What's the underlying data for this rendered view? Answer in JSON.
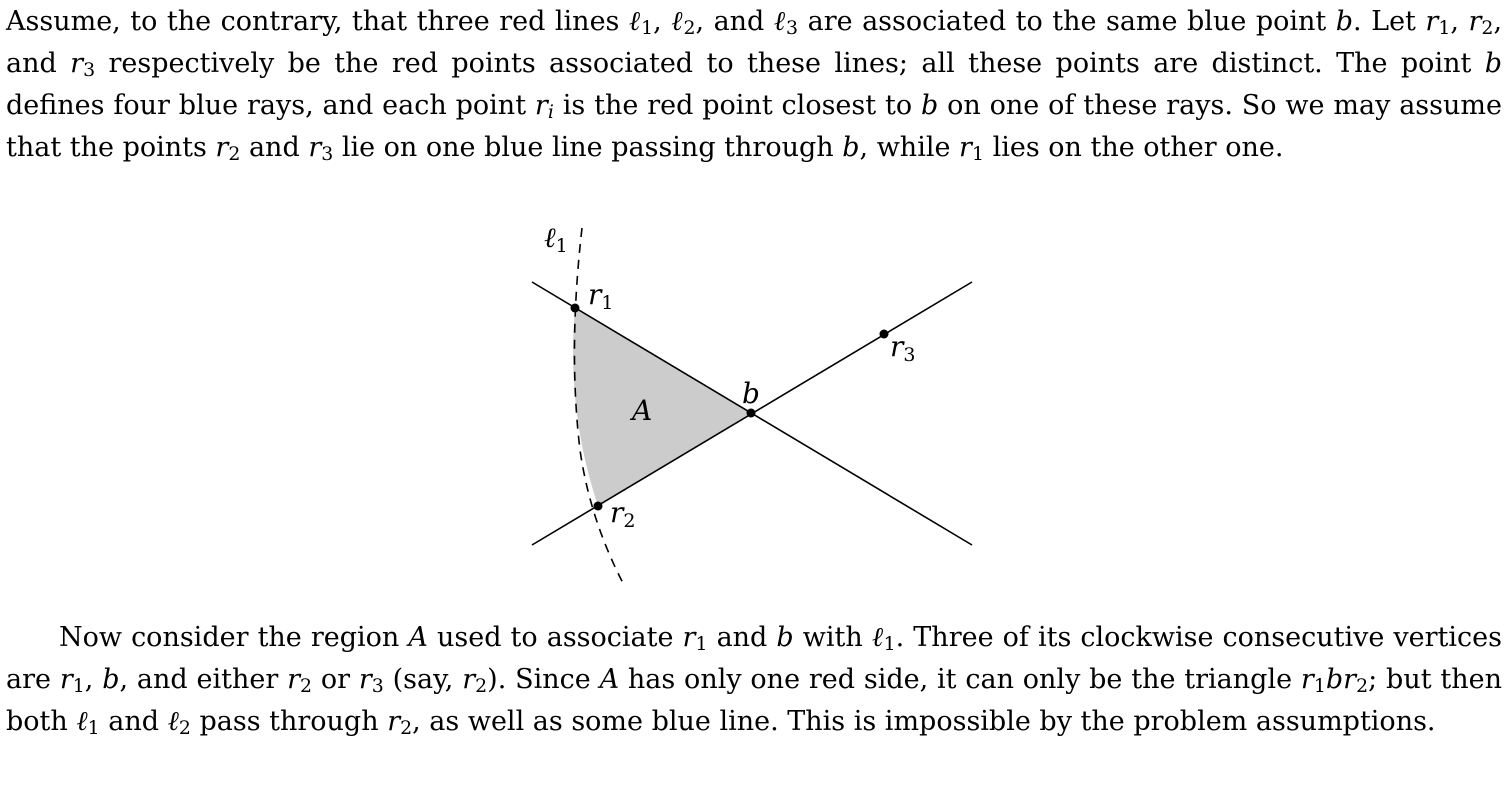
{
  "paragraph1": [
    {
      "t": "Assume, to the contrary, that three red lines "
    },
    {
      "m": "ℓ",
      "s": "1"
    },
    {
      "t": ", "
    },
    {
      "m": "ℓ",
      "s": "2"
    },
    {
      "t": ", and "
    },
    {
      "m": "ℓ",
      "s": "3"
    },
    {
      "t": " are associated to the same blue point "
    },
    {
      "m": "b"
    },
    {
      "t": ". Let "
    },
    {
      "m": "r",
      "s": "1"
    },
    {
      "t": ", "
    },
    {
      "m": "r",
      "s": "2"
    },
    {
      "t": ", and "
    },
    {
      "m": "r",
      "s": "3"
    },
    {
      "t": " respectively be the red points associated to these lines; all these points are distinct. The point "
    },
    {
      "m": "b"
    },
    {
      "t": " defines four blue rays, and each point "
    },
    {
      "m": "r",
      "s": "i",
      "si": true
    },
    {
      "t": " is the red point closest to "
    },
    {
      "m": "b"
    },
    {
      "t": " on one of these rays. So we may assume that the points "
    },
    {
      "m": "r",
      "s": "2"
    },
    {
      "t": " and "
    },
    {
      "m": "r",
      "s": "3"
    },
    {
      "t": " lie on one blue line passing through "
    },
    {
      "m": "b"
    },
    {
      "t": ", while "
    },
    {
      "m": "r",
      "s": "1"
    },
    {
      "t": " lies on the other one."
    }
  ],
  "paragraph2": [
    {
      "t": "Now consider the region "
    },
    {
      "m": "A"
    },
    {
      "t": " used to associate "
    },
    {
      "m": "r",
      "s": "1"
    },
    {
      "t": " and "
    },
    {
      "m": "b"
    },
    {
      "t": " with "
    },
    {
      "m": "ℓ",
      "s": "1"
    },
    {
      "t": ". Three of its clockwise consecutive vertices are "
    },
    {
      "m": "r",
      "s": "1"
    },
    {
      "t": ", "
    },
    {
      "m": "b"
    },
    {
      "t": ", and either "
    },
    {
      "m": "r",
      "s": "2"
    },
    {
      "t": " or "
    },
    {
      "m": "r",
      "s": "3"
    },
    {
      "t": " (say, "
    },
    {
      "m": "r",
      "s": "2"
    },
    {
      "t": "). Since "
    },
    {
      "m": "A"
    },
    {
      "t": " has only one red side, it can only be the triangle "
    },
    {
      "m": "r",
      "s": "1"
    },
    {
      "m": "b"
    },
    {
      "m": "r",
      "s": "2"
    },
    {
      "t": "; but then both "
    },
    {
      "m": "ℓ",
      "s": "1"
    },
    {
      "t": " and "
    },
    {
      "m": "ℓ",
      "s": "2"
    },
    {
      "t": " pass through "
    },
    {
      "m": "r",
      "s": "2"
    },
    {
      "t": ", as well as some blue line. This is impossible by the problem assumptions."
    }
  ],
  "figure": {
    "label_l1": {
      "base": "ℓ",
      "sub": "1"
    },
    "label_r1": {
      "base": "r",
      "sub": "1"
    },
    "label_r2": {
      "base": "r",
      "sub": "2"
    },
    "label_r3": {
      "base": "r",
      "sub": "3"
    },
    "label_b": "b",
    "label_A": "A",
    "region_fill": "#cccccc"
  }
}
